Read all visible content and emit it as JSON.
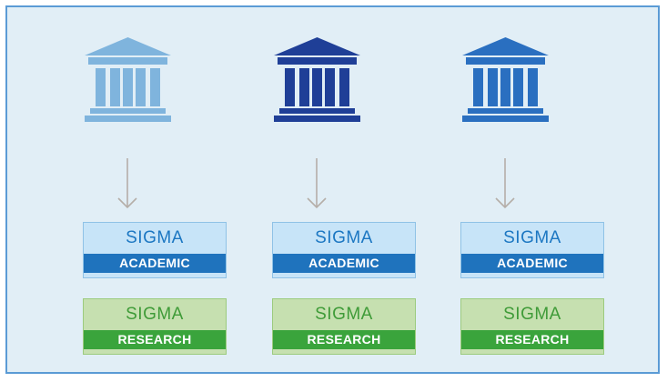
{
  "institutions": [
    {
      "icon": "bank-building-icon",
      "color": "#7fb4dd",
      "academic": {
        "name": "SIGMA",
        "label": "ACADEMIC"
      },
      "research": {
        "name": "SIGMA",
        "label": "RESEARCH"
      }
    },
    {
      "icon": "bank-building-icon",
      "color": "#1f3f97",
      "academic": {
        "name": "SIGMA",
        "label": "ACADEMIC"
      },
      "research": {
        "name": "SIGMA",
        "label": "RESEARCH"
      }
    },
    {
      "icon": "bank-building-icon",
      "color": "#2a6fc0",
      "academic": {
        "name": "SIGMA",
        "label": "ACADEMIC"
      },
      "research": {
        "name": "SIGMA",
        "label": "RESEARCH"
      }
    }
  ],
  "colors": {
    "frame_border": "#5b9bd5",
    "background": "#e1eef6",
    "academic_bar": "#1f73bd",
    "research_bar": "#3aa43c",
    "arrow": "#b5aea8"
  }
}
